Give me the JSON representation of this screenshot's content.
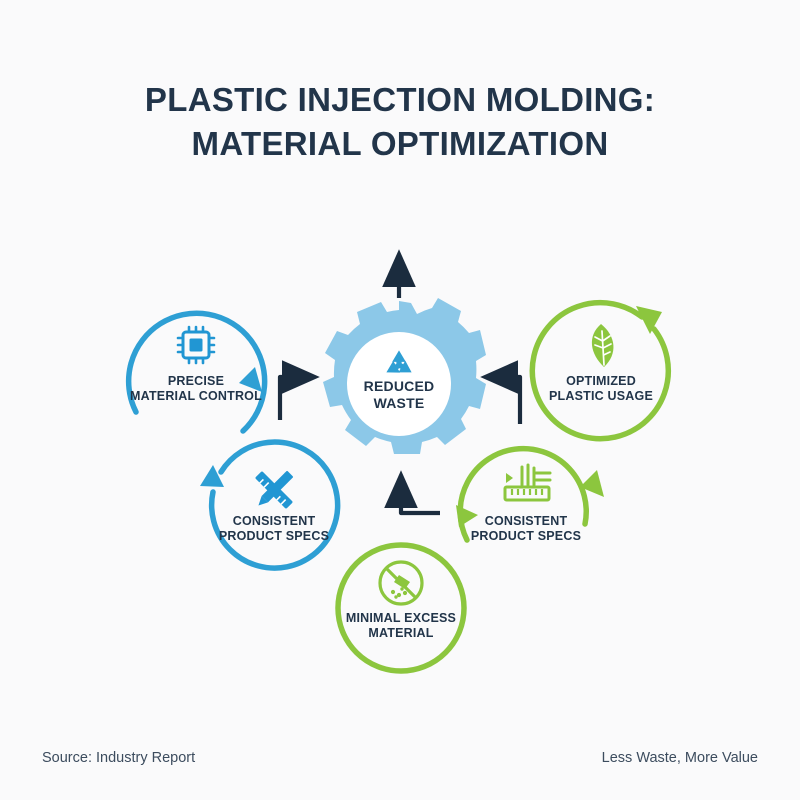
{
  "background_color": "#fafafb",
  "title": {
    "line1": "PLASTIC INJECTION MOLDING:",
    "line2": "MATERIAL OPTIMIZATION"
  },
  "colors": {
    "blue_stroke": "#2e9fd4",
    "blue_gear_fill": "#8cc8e8",
    "green_stroke": "#8cc63e",
    "arrow_navy": "#1b2c3e",
    "text_navy": "#22354a",
    "footer_text": "#3c4c5e"
  },
  "center": {
    "name": "reduced-waste-gear",
    "icon": "recycle-icon",
    "label_line1": "REDUCED",
    "label_line2": "WASTE",
    "color": "#8cc8e8"
  },
  "nodes": [
    {
      "id": "precise-material-control",
      "icon": "microchip-icon",
      "label_line1": "PRECISE",
      "label_line2": "MATERIAL CONTROL",
      "color": "#2e9fd4",
      "position": "left"
    },
    {
      "id": "consistent-product-specs-left",
      "icon": "ruler-pencil-icon",
      "label_line1": "CONSISTENT",
      "label_line2": "PRODUCT SPECS",
      "color": "#2e9fd4",
      "position": "lower-left"
    },
    {
      "id": "minimal-excess-material",
      "icon": "no-waste-icon",
      "label_line1": "MINIMAL EXCESS",
      "label_line2": "MATERIAL",
      "color": "#8cc63e",
      "position": "bottom"
    },
    {
      "id": "consistent-product-specs-right",
      "icon": "measuring-tool-icon",
      "label_line1": "CONSISTENT",
      "label_line2": "PRODUCT SPECS",
      "color": "#8cc63e",
      "position": "lower-right"
    },
    {
      "id": "optimized-plastic-usage",
      "icon": "leaf-icon",
      "label_line1": "OPTIMIZED",
      "label_line2": "PLASTIC USAGE",
      "color": "#8cc63e",
      "position": "right"
    }
  ],
  "connectors": [
    {
      "id": "arrow-up-top",
      "direction": "up",
      "color": "#1b2c3e"
    },
    {
      "id": "arrow-left-to-center",
      "direction": "right",
      "color": "#1b2c3e"
    },
    {
      "id": "arrow-right-to-center",
      "direction": "left",
      "color": "#1b2c3e"
    },
    {
      "id": "arrow-bottom-to-center",
      "direction": "up",
      "color": "#1b2c3e"
    }
  ],
  "footer": {
    "source": "Source: Industry Report",
    "tagline": "Less Waste, More Value"
  }
}
